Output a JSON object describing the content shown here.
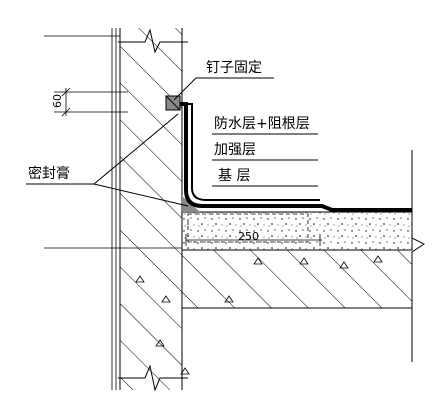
{
  "labels": {
    "nail_fix": "钉子固定",
    "waterproof_root": "防水层+阻根层",
    "reinforce": "加强层",
    "base": "基 层",
    "sealant": "密封膏"
  },
  "dimensions": {
    "height_60": "60",
    "length_250": "250"
  }
}
